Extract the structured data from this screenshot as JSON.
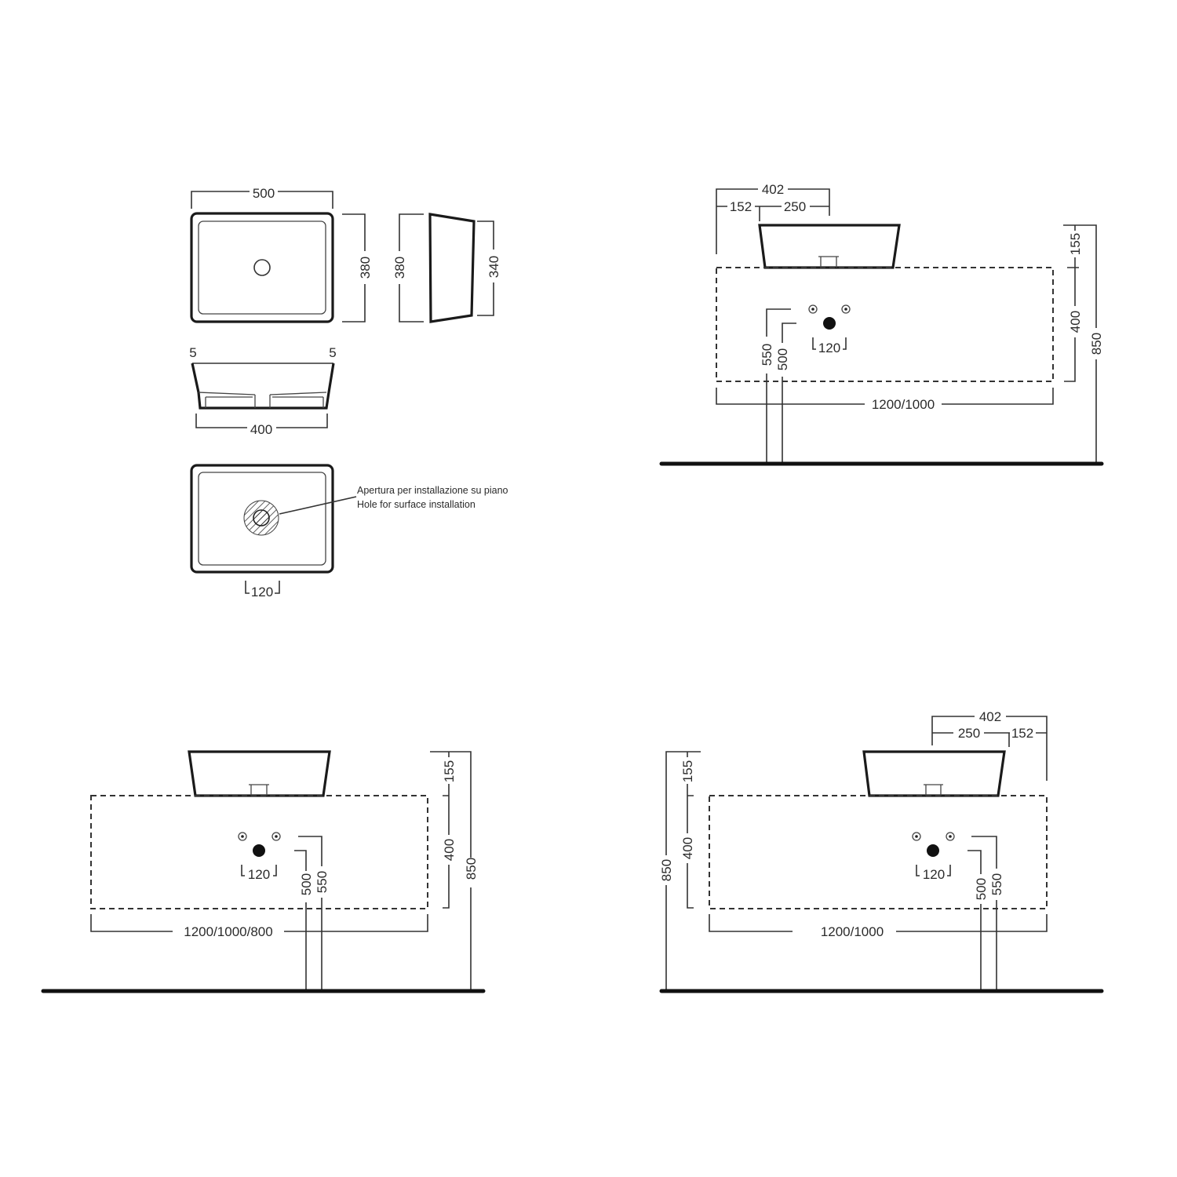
{
  "drawing": {
    "plan_view": {
      "width_label": "500",
      "depth_label": "380"
    },
    "side_view": {
      "top_depth_label": "380",
      "bottom_depth_label": "340"
    },
    "front_section": {
      "rim_left_label": "5",
      "rim_right_label": "5",
      "base_width_label": "400"
    },
    "hole_view": {
      "callout_it": "Apertura per installazione su piano",
      "callout_en": "Hole for surface installation",
      "hole_label": "120"
    },
    "install_top_right": {
      "overall_offset_label": "402",
      "left_offset_label": "152",
      "center_offset_label": "250",
      "basin_height_label": "155",
      "cabinet_height_label": "400",
      "total_height_label": "850",
      "drain_height_label": "550",
      "supply_height_label": "500",
      "hole_spacing_label": "120",
      "cabinet_width_label": "1200/1000"
    },
    "install_bottom_left": {
      "basin_height_label": "155",
      "cabinet_height_label": "400",
      "total_height_label": "850",
      "supply_height_label": "500",
      "drain_height_label": "550",
      "hole_spacing_label": "120",
      "cabinet_width_label": "1200/1000/800"
    },
    "install_bottom_right": {
      "overall_offset_label": "402",
      "center_offset_label": "250",
      "right_offset_label": "152",
      "basin_height_label": "155",
      "cabinet_height_label": "400",
      "total_height_label": "850",
      "supply_height_label": "500",
      "drain_height_label": "550",
      "hole_spacing_label": "120",
      "cabinet_width_label": "1200/1000"
    },
    "colors": {
      "line": "#333333",
      "text": "#2b2b2b",
      "background": "#ffffff"
    }
  }
}
